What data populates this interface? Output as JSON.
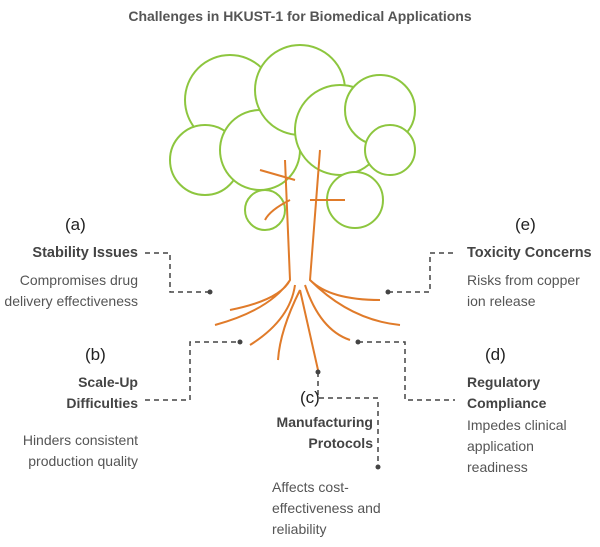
{
  "title": "Challenges in HKUST-1 for Biomedical Applications",
  "items": [
    {
      "letter": "(a)",
      "heading": "Stability Issues",
      "desc": "Compromises drug delivery effectiveness"
    },
    {
      "letter": "(b)",
      "heading": "Scale-Up Difficulties",
      "desc": "Hinders consistent production quality"
    },
    {
      "letter": "(c)",
      "heading": "Manufacturing Protocols",
      "desc": "Affects cost-effectiveness and reliability"
    },
    {
      "letter": "(d)",
      "heading": "Regulatory Compliance",
      "desc": "Impedes clinical application readiness"
    },
    {
      "letter": "(e)",
      "heading": "Toxicity Concerns",
      "desc": "Risks from copper ion release"
    }
  ],
  "colors": {
    "foliage": "#8dc63f",
    "trunk": "#e07b2a"
  }
}
